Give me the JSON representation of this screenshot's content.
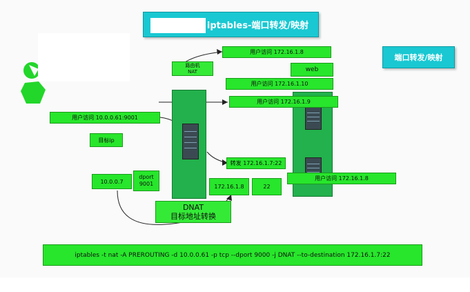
{
  "title": {
    "main": "iptables-端口转发/映射",
    "side": "端口转发/映射"
  },
  "labels": {
    "user_access_1": "用户访问  172.16.1.8",
    "nat_router": "路由机",
    "nat": "NAT",
    "web": "web",
    "user_access_2": "用户访问  172.16.1.10",
    "user_access_3": "用户访问  172.16.1.9",
    "user_access_src": "用户访问  10.0.0.61:9001",
    "target_ip": "目标ip",
    "forward": "转发  172.16.1.7:22",
    "ip_right": "用户访问  172.16.1.8",
    "ip_left": "10.0.0.7",
    "dport": "dport",
    "dport_val": "9001",
    "ip_mid": "172.16.1.8",
    "port_22": "22",
    "dnat": "DNAT",
    "dnat_desc": "目标地址转换",
    "command": "iptables -t nat -A PREROUTING    -d 10.0.0.61 -p tcp --dport 9000  -j DNAT --to-destination 172.16.1.7:22"
  },
  "colors": {
    "accent_green": "#27e62b",
    "title_cyan": "#19c8d2",
    "server_green": "#22b14c"
  },
  "icons": {
    "user": "user-icon",
    "server": "server-icon"
  }
}
